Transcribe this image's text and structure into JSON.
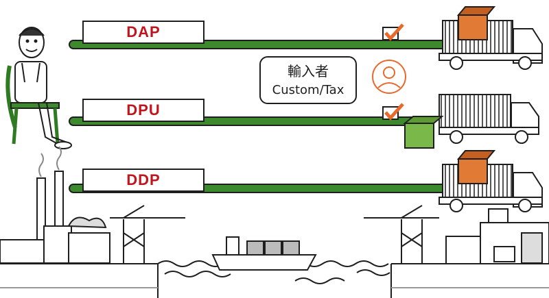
{
  "terms": [
    {
      "label": "DAP"
    },
    {
      "label": "DPU"
    },
    {
      "label": "DDP"
    }
  ],
  "bubble": {
    "line1": "輸入者",
    "line2": "Custom/Tax"
  },
  "colors": {
    "bar": "#3d8a2e",
    "label_text": "#c2141c",
    "check": "#e8692a",
    "box": "#e07a35",
    "green_box": "#7bb84a"
  },
  "icons": [
    "person-sitting-icon",
    "check-icon",
    "truck-icon",
    "cardboard-box-icon",
    "importer-avatar-icon",
    "factory-icon",
    "crane-icon",
    "cargo-ship-icon",
    "warehouse-icon"
  ]
}
